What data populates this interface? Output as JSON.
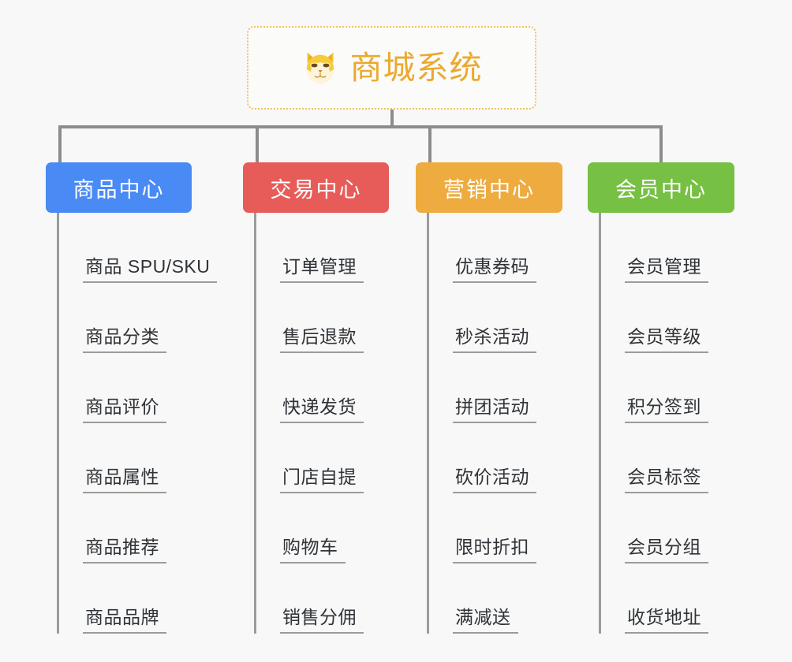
{
  "diagram": {
    "title": "商城系统",
    "root": {
      "label": "商城系统",
      "icon": "shiba-dog-face-icon",
      "text_color": "#eba92f",
      "border_color": "#f0c060",
      "background": "#fbfbfa"
    },
    "background_color": "#f8f8f8",
    "connector_color": "#8c8c8c",
    "leaf_text_color": "#2f3337",
    "leaf_underline_color": "#9b9b9b",
    "columns": [
      {
        "header": "商品中心",
        "color": "#4a8af4",
        "leaves": [
          "商品 SPU/SKU",
          "商品分类",
          "商品评价",
          "商品属性",
          "商品推荐",
          "商品品牌"
        ]
      },
      {
        "header": "交易中心",
        "color": "#e75c59",
        "leaves": [
          "订单管理",
          "售后退款",
          "快递发货",
          "门店自提",
          "购物车",
          "销售分佣"
        ]
      },
      {
        "header": "营销中心",
        "color": "#eeab3f",
        "leaves": [
          "优惠券码",
          "秒杀活动",
          "拼团活动",
          "砍价活动",
          "限时折扣",
          "满减送"
        ]
      },
      {
        "header": "会员中心",
        "color": "#76c043",
        "leaves": [
          "会员管理",
          "会员等级",
          "积分签到",
          "会员标签",
          "会员分组",
          "收货地址"
        ]
      }
    ]
  }
}
